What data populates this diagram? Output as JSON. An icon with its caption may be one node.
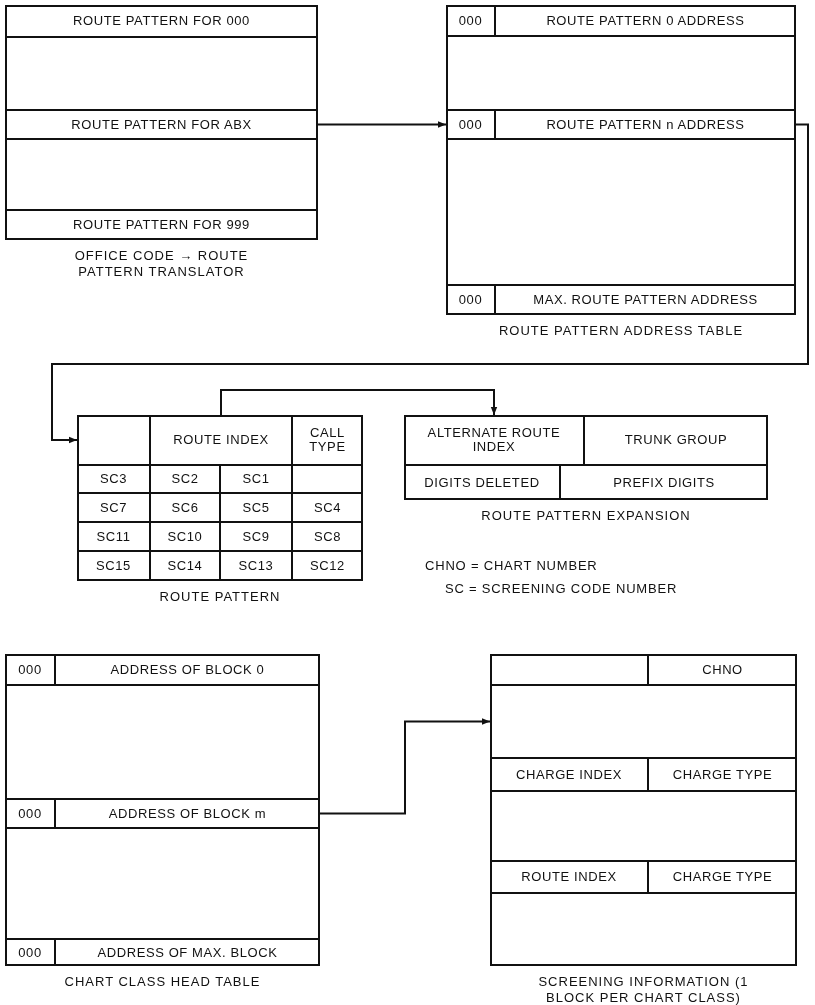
{
  "diagram": {
    "nodes": [
      {
        "text": [
          "OFFICE CODE → ROUTE PATTERN TRANSLATOR"
        ]
      },
      {
        "text": [
          "ROUTE PATTERN FOR 000"
        ],
        "in": 0
      },
      {
        "text": [],
        "shape": "box",
        "in": 0
      },
      {
        "text": [
          "ROUTE PATTERN FOR ABX"
        ],
        "in": 0
      },
      {
        "text": [],
        "shape": "box",
        "in": 0
      },
      {
        "text": [
          "ROUTE PATTERN FOR 999"
        ],
        "in": 0
      },
      {
        "text": [
          "ROUTE PATTERN ADDRESS TABLE"
        ]
      },
      {
        "text": [
          "000"
        ],
        "in": 6
      },
      {
        "text": [
          "ROUTE PATTERN 0 ADDRESS"
        ],
        "in": 6
      },
      {
        "text": [],
        "shape": "box",
        "in": 6
      },
      {
        "text": [
          "000"
        ],
        "in": 6
      },
      {
        "text": [
          "ROUTE PATTERN n ADDRESS"
        ],
        "in": 6
      },
      {
        "text": [],
        "shape": "box",
        "in": 6
      },
      {
        "text": [
          "000"
        ],
        "in": 6
      },
      {
        "text": [
          "MAX. ROUTE PATTERN ADDRESS"
        ],
        "in": 6
      },
      {
        "text": [
          "ROUTE PATTERN"
        ]
      },
      {
        "text": [],
        "shape": "box",
        "in": 15
      },
      {
        "text": [
          "ROUTE INDEX"
        ],
        "in": 15
      },
      {
        "text": [
          "CALL TYPE"
        ],
        "in": 15
      },
      {
        "text": [
          "SC3"
        ],
        "in": 15
      },
      {
        "text": [
          "SC2"
        ],
        "in": 15
      },
      {
        "text": [
          "SC1"
        ],
        "in": 15
      },
      {
        "text": [],
        "shape": "box",
        "in": 15
      },
      {
        "text": [
          "SC7"
        ],
        "in": 15
      },
      {
        "text": [
          "SC6"
        ],
        "in": 15
      },
      {
        "text": [
          "SC5"
        ],
        "in": 15
      },
      {
        "text": [
          "SC4"
        ],
        "in": 15
      },
      {
        "text": [
          "SC11"
        ],
        "in": 15
      },
      {
        "text": [
          "SC10"
        ],
        "in": 15
      },
      {
        "text": [
          "SC9"
        ],
        "in": 15
      },
      {
        "text": [
          "SC8"
        ],
        "in": 15
      },
      {
        "text": [
          "SC15"
        ],
        "in": 15
      },
      {
        "text": [
          "SC14"
        ],
        "in": 15
      },
      {
        "text": [
          "SC13"
        ],
        "in": 15
      },
      {
        "text": [
          "SC12"
        ],
        "in": 15
      },
      {
        "text": [
          "ROUTE PATTERN EXPANSION"
        ]
      },
      {
        "text": [
          "ALTERNATE ROUTE INDEX"
        ],
        "in": 35
      },
      {
        "text": [
          "TRUNK GROUP"
        ],
        "in": 35
      },
      {
        "text": [
          "DIGITS DELETED"
        ],
        "in": 35
      },
      {
        "text": [
          "PREFIX DIGITS"
        ],
        "in": 35
      },
      {
        "text": [
          "CHART CLASS HEAD TABLE"
        ]
      },
      {
        "text": [
          "000"
        ],
        "in": 40
      },
      {
        "text": [
          "ADDRESS OF BLOCK 0"
        ],
        "in": 40
      },
      {
        "text": [],
        "shape": "box",
        "in": 40
      },
      {
        "text": [
          "000"
        ],
        "in": 40
      },
      {
        "text": [
          "ADDRESS OF BLOCK m"
        ],
        "in": 40
      },
      {
        "text": [],
        "shape": "box",
        "in": 40
      },
      {
        "text": [
          "000"
        ],
        "in": 40
      },
      {
        "text": [
          "ADDRESS OF MAX. BLOCK"
        ],
        "in": 40
      },
      {
        "text": [
          "SCREENING INFORMATION (1 BLOCK PER CHART CLASS)"
        ]
      },
      {
        "text": [],
        "shape": "box",
        "in": 49
      },
      {
        "text": [
          "CHNO"
        ],
        "in": 49
      },
      {
        "text": [],
        "shape": "box",
        "in": 49
      },
      {
        "text": [
          "CHARGE INDEX"
        ],
        "in": 49
      },
      {
        "text": [
          "CHARGE TYPE"
        ],
        "in": 49
      },
      {
        "text": [],
        "shape": "box",
        "in": 49
      },
      {
        "text": [
          "ROUTE INDEX"
        ],
        "in": 49
      },
      {
        "text": [
          "CHARGE TYPE"
        ],
        "in": 49
      },
      {
        "text": [],
        "shape": "box",
        "in": 49
      }
    ],
    "edges": [
      {
        "from": 3,
        "to": 10,
        "arrow": "to"
      },
      {
        "from": 11,
        "to": 16,
        "arrow": "to"
      },
      {
        "from": 17,
        "to": 36,
        "arrow": "to"
      },
      {
        "from": 45,
        "to": 52,
        "arrow": "to"
      }
    ],
    "labels": [
      "CHNO = CHART NUMBER",
      "SC = SCREENING CODE NUMBER"
    ]
  }
}
